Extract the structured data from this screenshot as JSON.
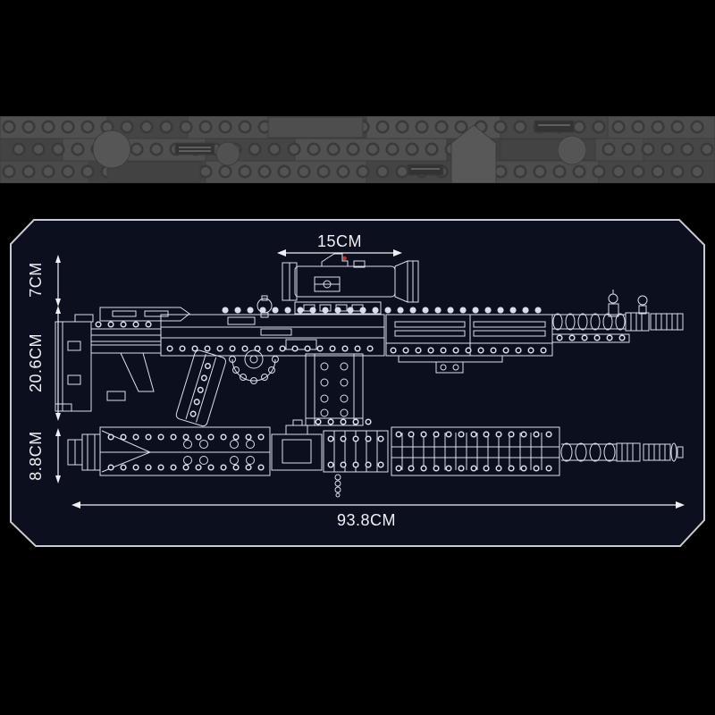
{
  "colors": {
    "background": "#000000",
    "panel_background": "#0c0f1e",
    "panel_border": "#c9cbd2",
    "blueprint_line": "#d8dfec",
    "dimension_text": "#eef0f4",
    "brick_strip_base": "#484848",
    "red_dot": "#c4332b"
  },
  "dimensions": {
    "scope_width_label": "15CM",
    "scope_height_label": "7CM",
    "rifle_height_label": "20.6CM",
    "lower_rail_height_label": "8.8CM",
    "total_length_label": "93.8CM"
  }
}
